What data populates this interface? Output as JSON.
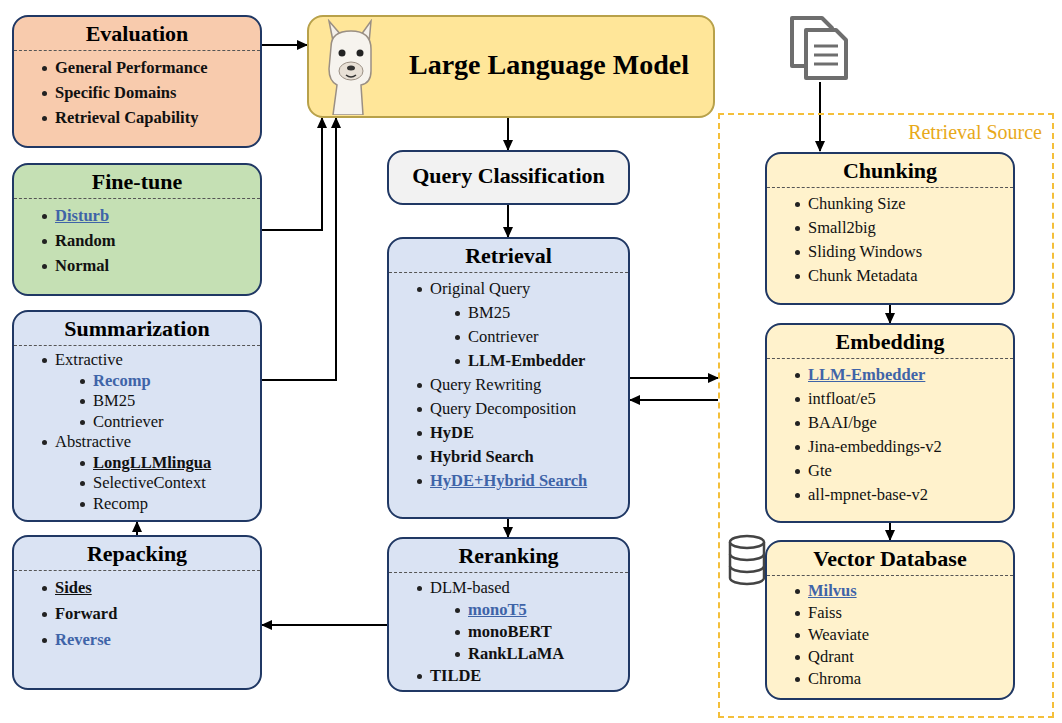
{
  "diagram": {
    "nodes": [
      {
        "text": [
          "Evaluation",
          "General Performance",
          "Specific Domains",
          "Retrieval Capability"
        ]
      },
      {
        "text": [
          "Large Language Model"
        ]
      },
      {
        "text": [
          "Retrieval Source"
        ]
      },
      {
        "text": [
          "Chunking",
          "Chunking Size",
          "Small2big",
          "Sliding Windows",
          "Chunk Metadata"
        ],
        "in": 2
      },
      {
        "text": [
          "Fine-tune",
          "Disturb",
          "Random",
          "Normal"
        ]
      },
      {
        "text": [
          "Query Classification"
        ]
      },
      {
        "text": [
          "Retrieval",
          "Original Query",
          "BM25",
          "Contriever",
          "LLM-Embedder",
          "Query Rewriting",
          "Query Decomposition",
          "HyDE",
          "Hybrid Search",
          "HyDE+Hybrid Search"
        ]
      },
      {
        "text": [
          "Embedding",
          "LLM-Embedder",
          "intfloat/e5",
          "BAAI/bge",
          "Jina-embeddings-v2",
          "Gte",
          "all-mpnet-base-v2"
        ],
        "in": 2
      },
      {
        "text": [
          "Summarization",
          "Extractive",
          "Recomp",
          "BM25",
          "Contriever",
          "Abstractive",
          "LongLLMlingua",
          "SelectiveContext",
          "Recomp"
        ]
      },
      {
        "text": [
          "Reranking",
          "DLM-based",
          "monoT5",
          "monoBERT",
          "RankLLaMA",
          "TILDE"
        ]
      },
      {
        "text": [
          "Vector Database",
          "Milvus",
          "Faiss",
          "Weaviate",
          "Qdrant",
          "Chroma"
        ],
        "in": 2
      },
      {
        "text": [
          "Repacking",
          "Sides",
          "Forward",
          "Reverse"
        ]
      }
    ],
    "edges": [
      {
        "from": 0,
        "to": 1,
        "arrow": "to"
      },
      {
        "from": 4,
        "to": 1,
        "arrow": "to"
      },
      {
        "from": 8,
        "to": 1,
        "arrow": "to"
      },
      {
        "from": 1,
        "to": 5,
        "arrow": "to"
      },
      {
        "from": 5,
        "to": 6,
        "arrow": "to"
      },
      {
        "from": 6,
        "to": 2,
        "arrow": "to"
      },
      {
        "from": 2,
        "to": 6,
        "arrow": "to"
      },
      {
        "from": 6,
        "to": 9,
        "arrow": "to"
      },
      {
        "from": 9,
        "to": 11,
        "arrow": "to"
      },
      {
        "from": 11,
        "to": 8,
        "arrow": "to"
      },
      {
        "from": 3,
        "to": 7,
        "arrow": "to"
      },
      {
        "from": 7,
        "to": 10,
        "arrow": "to"
      }
    ]
  }
}
